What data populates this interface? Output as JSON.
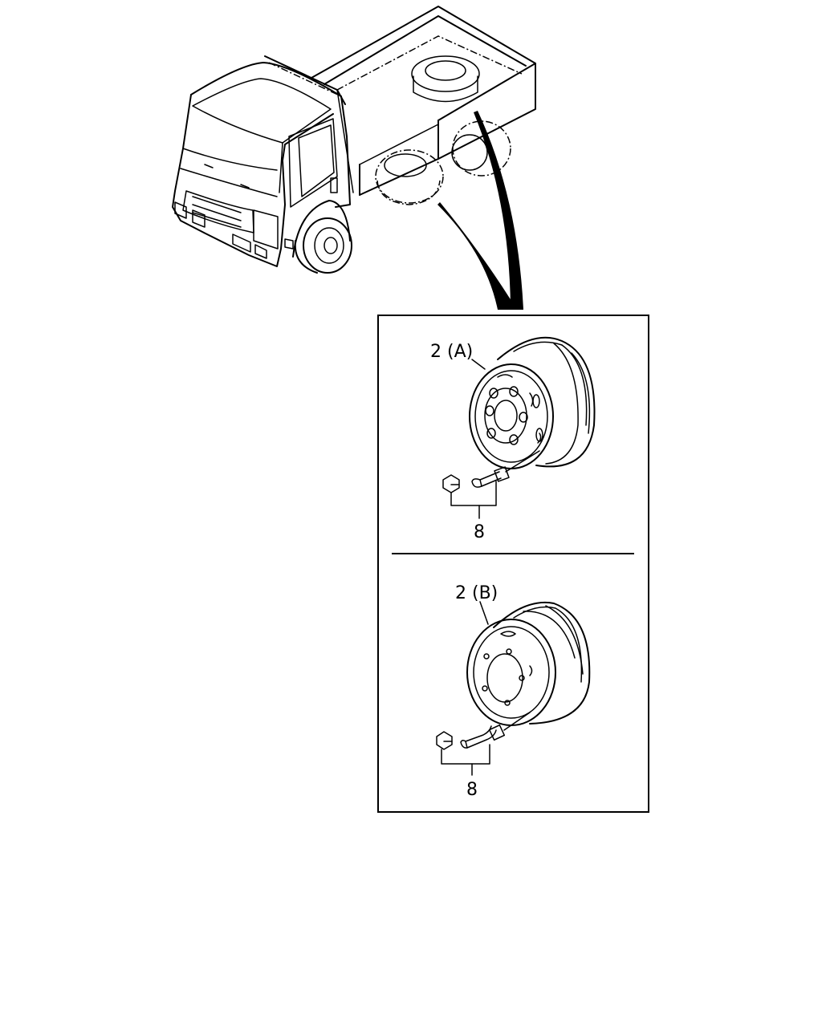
{
  "labels": {
    "upper_wheel": "2 (A)",
    "lower_wheel": "2 (B)",
    "upper_valve": "8",
    "lower_valve": "8"
  }
}
